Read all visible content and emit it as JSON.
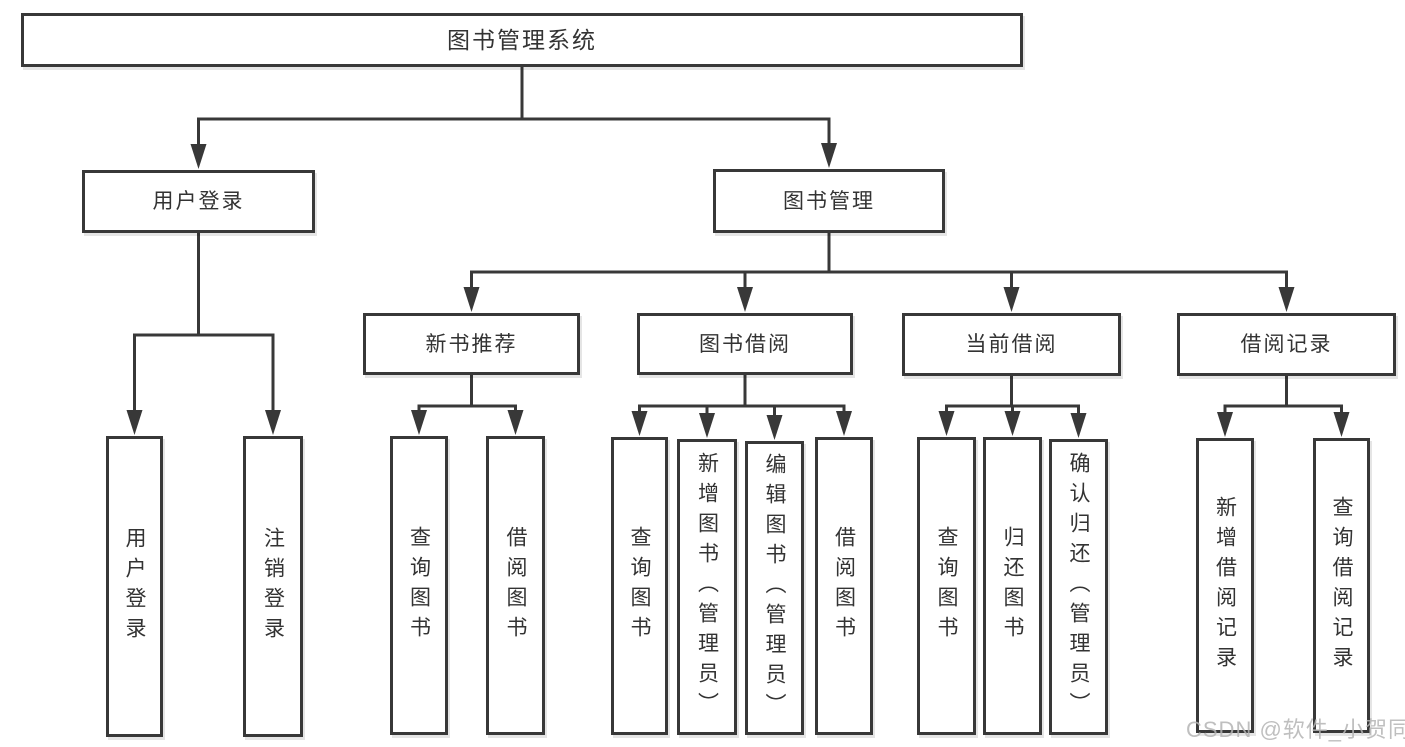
{
  "diagram": {
    "title": "图书管理系统",
    "type": "tree",
    "nodes": [
      {
        "id": "root",
        "label": "图书管理系统",
        "parent": null,
        "orientation": "horizontal"
      },
      {
        "id": "login",
        "label": "用户登录",
        "parent": "root",
        "orientation": "horizontal"
      },
      {
        "id": "mgmt",
        "label": "图书管理",
        "parent": "root",
        "orientation": "horizontal"
      },
      {
        "id": "login_user",
        "label": "用户登录",
        "parent": "login",
        "orientation": "vertical"
      },
      {
        "id": "login_out",
        "label": "注销登录",
        "parent": "login",
        "orientation": "vertical"
      },
      {
        "id": "rec",
        "label": "新书推荐",
        "parent": "mgmt",
        "orientation": "horizontal"
      },
      {
        "id": "borrow",
        "label": "图书借阅",
        "parent": "mgmt",
        "orientation": "horizontal"
      },
      {
        "id": "current",
        "label": "当前借阅",
        "parent": "mgmt",
        "orientation": "horizontal"
      },
      {
        "id": "record",
        "label": "借阅记录",
        "parent": "mgmt",
        "orientation": "horizontal"
      },
      {
        "id": "rec_query",
        "label": "查询图书",
        "parent": "rec",
        "orientation": "vertical"
      },
      {
        "id": "rec_borrow",
        "label": "借阅图书",
        "parent": "rec",
        "orientation": "vertical"
      },
      {
        "id": "bor_query",
        "label": "查询图书",
        "parent": "borrow",
        "orientation": "vertical"
      },
      {
        "id": "bor_add",
        "label": "新增图书（管理员）",
        "parent": "borrow",
        "orientation": "vertical"
      },
      {
        "id": "bor_edit",
        "label": "编辑图书（管理员）",
        "parent": "borrow",
        "orientation": "vertical"
      },
      {
        "id": "bor_borrow",
        "label": "借阅图书",
        "parent": "borrow",
        "orientation": "vertical"
      },
      {
        "id": "cur_query",
        "label": "查询图书",
        "parent": "current",
        "orientation": "vertical"
      },
      {
        "id": "cur_return",
        "label": "归还图书",
        "parent": "current",
        "orientation": "vertical"
      },
      {
        "id": "cur_confirm",
        "label": "确认归还（管理员）",
        "parent": "current",
        "orientation": "vertical"
      },
      {
        "id": "rec2_add",
        "label": "新增借阅记录",
        "parent": "record",
        "orientation": "vertical"
      },
      {
        "id": "rec2_query",
        "label": "查询借阅记录",
        "parent": "record",
        "orientation": "vertical"
      }
    ]
  },
  "watermark": "CSDN @软件_小贺同学",
  "colors": {
    "line": "#383838",
    "text": "#333333",
    "box_fill": "#ffffff",
    "watermark": "#b5b5b5"
  }
}
